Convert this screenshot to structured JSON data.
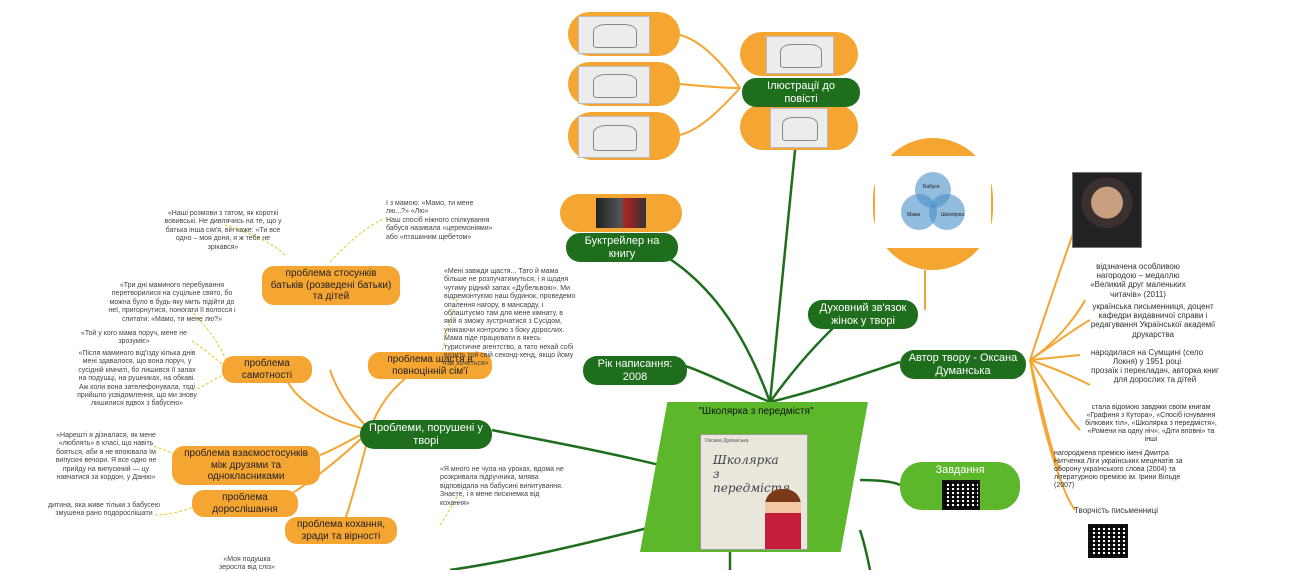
{
  "center": {
    "title": "\"Школярка з передмістя\"",
    "cover_title": "Школярка з передмістя",
    "cover_author": "Оксана Думанська"
  },
  "branches": {
    "illustrations": "Ілюстрації до повісті",
    "booktrailer": "Буктрейлер на книгу",
    "spiritual": "Духовний зв'язок жінок у творі",
    "year": "Рік написання: 2008",
    "author": "Автор твору - Оксана Думанська",
    "problems": "Проблеми, порушені у творі",
    "task": "Завдання"
  },
  "venn": {
    "a": "Бабуся",
    "b": "Мама",
    "c": "Школярка"
  },
  "problems": [
    "проблема стосунків батьків (розведені батьки) та дітей",
    "проблема щастя в повноцінній сім'ї",
    "проблема самотності",
    "проблема взаємостосунків між друзями та однокласниками",
    "проблема дорослішання",
    "проблема кохання, зради та вірності"
  ],
  "quotes": {
    "q_parents_1": "«Наші розмови з татом, як короткі вовивські. Не дивлячись на те, що у батька інша сім'я, він каже: «Ти все одно – моя доня, я ж тебе не зрікався»",
    "q_parents_2": "І з мамою: «Мамо, ти мене лю...?» «Лю»\nНаш спосіб ніжного спілкування бабуся називала «церемоніями» або «пташиним щебетом»",
    "q_lonely_1": "«Три дні маминого перебування перетворилися на суцільне свято, бо можна було в будь-яку мить підійти до неї, пригорнутися, поногати її волосся і спитати: «Мамо, ти мене лю?»",
    "q_lonely_2": "«Той у кого мама поруч, мене не зрозуміє»",
    "q_lonely_3": "«Після маминого від'їзду кілька днів мені здавалося, що вона поруч, у сусідній кімнаті, бо лишився її запах на подушці, на рушниках, на обкаві. Аж коли вона зателефонувала, тоді прийшло усвідомлення, що ми знову лишилися вдвох з бабусею»",
    "q_happiness": "«Мені завжди щастя... Тато й мама більше не розлучатимуться, і я щодня чутиму рідний запах «Дубельвою». Ми відремонтуємо наш будинок, проведемо опалення нагору, в мансарду, і облаштуємо там для мене кімнату, в якій я зможу зустрічатися з Сусідом, уникаючи контролю з боку дорослих. Мама піде працювати в якесь туристичне агентство, а тато нехай собі возить той свій секонд-хенд, якщо йому так хочеться»",
    "q_friends": "«Нарешті я дізналася, як мене «люблять» в класі, що навіть бояться, аби я не впоювала їм випускні вечори. Я все одно не прийду на випускний — цу навчатися за кордон, у Данію»",
    "q_growing": "дитина, яка живе тільки з бабусею змушена рано подорослішати",
    "q_love": "«Я много не чула на уроках, вдома не розкривала підручника, млява відповідала на бабусині випитування. Знаєте, і я мене пискнемка від кохання»",
    "q_bottom": "«Моя подушка зеросла від сліз»"
  },
  "author_facts": [
    "відзначена особливою нагородою – медаллю «Великий друг маленьких читачів» (2011)",
    "українська письменниця, доцент кафедри видавничої справи і редагування Української академії друкарства",
    "народилася на Сумщині (село Локня) у 1951 році",
    "прозаїк і перекладач, авторка книг для дорослих та дітей",
    "стала відомою завдяки своїм книгам «Графиня з Кутора», «Спосіб існування білкових тіл», «Школярка з передмістя», «Ромени на одну ніч», «Діти вповні» та інші",
    "нагороджена премією імені Дмитра Нитченка Ліги українських меценатів за оборону українського слова (2004) та літературною премією ім. Ірини Вільде (2007)"
  ],
  "creativity": "Творчість письменниці"
}
